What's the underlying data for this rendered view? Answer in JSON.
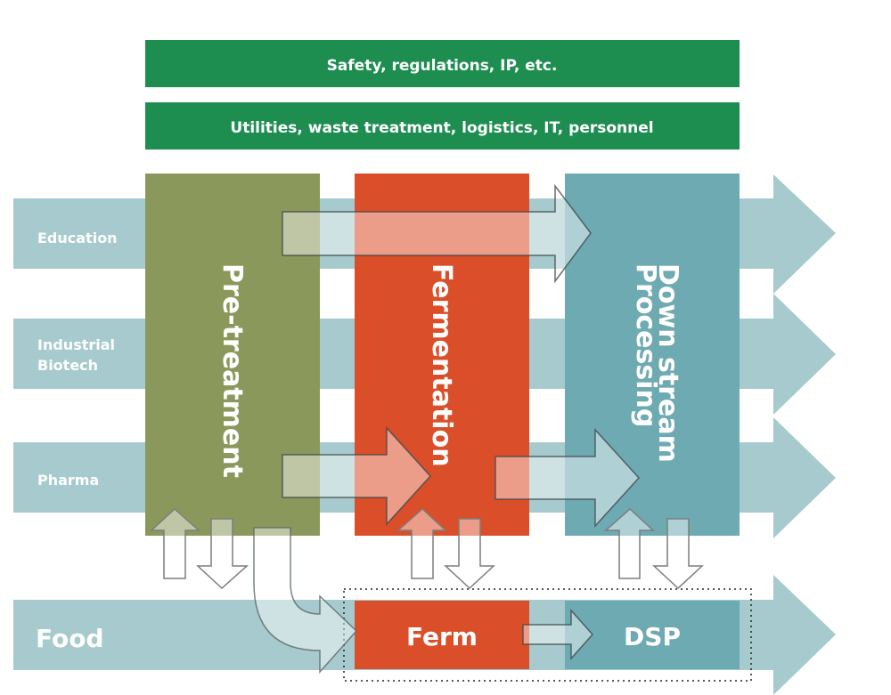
{
  "colors": {
    "banner": "#1e8e50",
    "row": "#a6cacd",
    "pretreatment": "#8a985c",
    "fermentation": "#da4e29",
    "dsp": "#6eaab1",
    "flow_arrow_fill": "#dfeef0",
    "flow_arrow_stroke": "#5a6668",
    "small_arrow_stroke": "#8c8c8c"
  },
  "banners": [
    {
      "label": "Safety, regulations, IP, etc."
    },
    {
      "label": "Utilities, waste treatment, logistics, IT, personnel"
    }
  ],
  "rows": [
    {
      "label": "Education"
    },
    {
      "label": "Industrial",
      "label2": "Biotech"
    },
    {
      "label": "Pharma"
    },
    {
      "label": "Food"
    }
  ],
  "stages": [
    {
      "label": "Pre-treatment"
    },
    {
      "label": "Fermentation"
    },
    {
      "label": "Down stream",
      "label2": "Processing"
    }
  ],
  "food_stages": [
    {
      "label": "Ferm"
    },
    {
      "label": "DSP"
    }
  ]
}
